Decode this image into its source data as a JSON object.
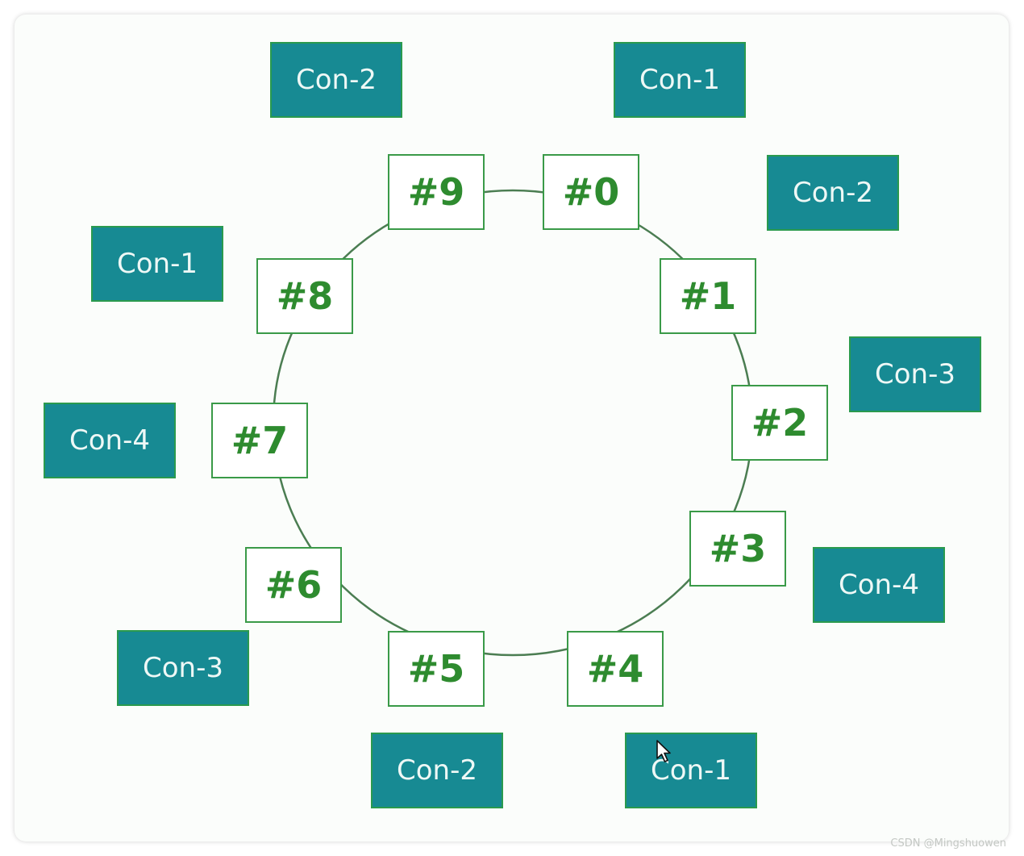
{
  "colors": {
    "ring_line": "#4b7d52",
    "node_border": "#3a9a48",
    "node_text": "#2e8b2f",
    "consumer_fill": "#178a93",
    "consumer_text": "#eef8f6"
  },
  "ring": {
    "nodes": [
      "#0",
      "#1",
      "#2",
      "#3",
      "#4",
      "#5",
      "#6",
      "#7",
      "#8",
      "#9"
    ]
  },
  "consumers": [
    "Con-1",
    "Con-2",
    "Con-3",
    "Con-4",
    "Con-1",
    "Con-2",
    "Con-3",
    "Con-4",
    "Con-1",
    "Con-2"
  ],
  "watermark": "CSDN @Mingshuowen"
}
